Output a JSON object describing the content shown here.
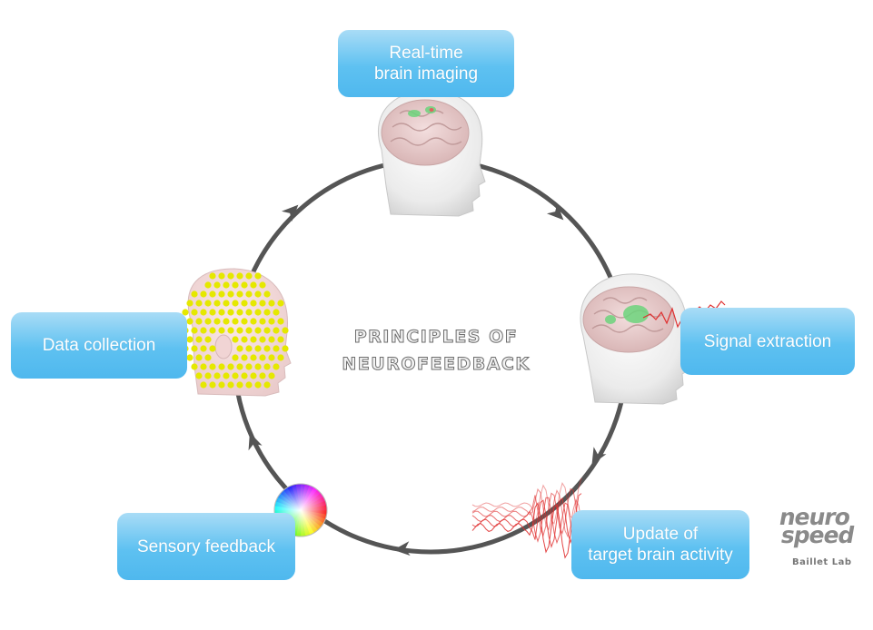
{
  "diagram": {
    "title_lines": [
      "Principles of",
      "Neurofeedback"
    ],
    "stages": {
      "imaging": [
        "Real-time",
        "brain imaging"
      ],
      "signal": [
        "Signal extraction"
      ],
      "update": [
        "Update of",
        "target brain activity"
      ],
      "sensory": [
        "Sensory feedback"
      ],
      "data": [
        "Data collection"
      ]
    }
  },
  "logo": {
    "line1": "neuro",
    "line2": "speed",
    "sub": "Baillet Lab"
  },
  "colors": {
    "box_top": "#a9dcf6",
    "box_bottom": "#4fb8ee",
    "cycle": "#555555",
    "sensor_dots": "#e5e800",
    "activation": "#6cd47b",
    "trace": "#e03030"
  }
}
